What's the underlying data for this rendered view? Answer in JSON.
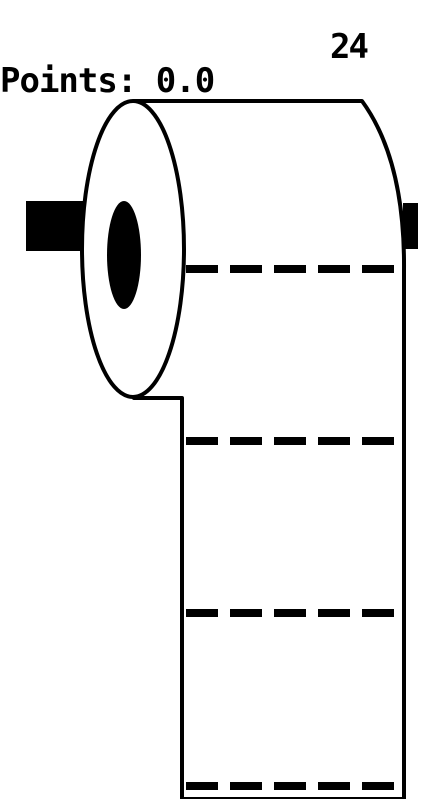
{
  "hud": {
    "points_label": "Points:",
    "points_value": "0.0",
    "timer": "24"
  },
  "scene": {
    "object": "toilet-paper-roll",
    "sheet_separators_visible": 4
  },
  "colors": {
    "background": "#ffffff",
    "ink": "#000000"
  }
}
